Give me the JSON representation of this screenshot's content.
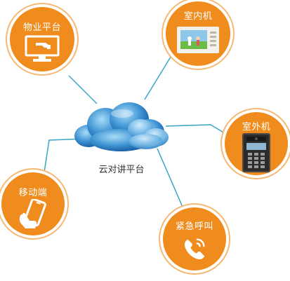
{
  "center": {
    "label": "云对讲平台"
  },
  "nodes": [
    {
      "label": "物业平台",
      "icon": "monitor-icon"
    },
    {
      "label": "室内机",
      "icon": "indoor-screen-icon"
    },
    {
      "label": "室外机",
      "icon": "door-panel-icon"
    },
    {
      "label": "紧急呼叫",
      "icon": "phone-icon"
    },
    {
      "label": "移动端",
      "icon": "mobile-hand-icon"
    }
  ],
  "colors": {
    "node": "#f08c1d",
    "ring": "#f6b873",
    "line": "#3aa6c4",
    "cloud_dark": "#1e6fb8",
    "cloud_light": "#7cc4ef"
  }
}
